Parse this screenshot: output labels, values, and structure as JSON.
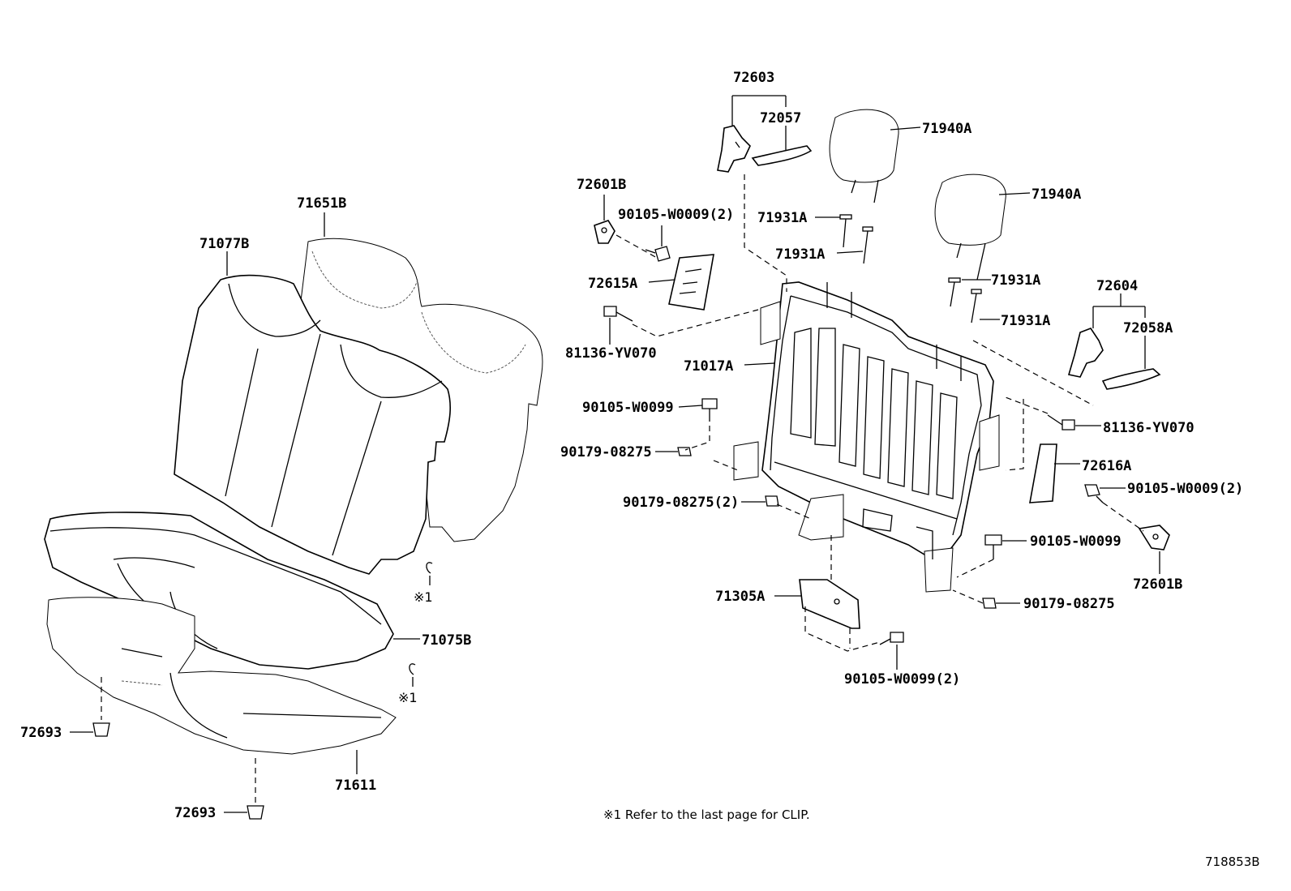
{
  "callouts": [
    {
      "id": "c-72603",
      "text": "72603"
    },
    {
      "id": "c-72057",
      "text": "72057"
    },
    {
      "id": "c-71940a-1",
      "text": "71940A"
    },
    {
      "id": "c-72601b-1",
      "text": "72601B"
    },
    {
      "id": "c-90105-w0009-1",
      "text": "90105-W0009(2)"
    },
    {
      "id": "c-71940a-2",
      "text": "71940A"
    },
    {
      "id": "c-71931a-1",
      "text": "71931A"
    },
    {
      "id": "c-71651b",
      "text": "71651B"
    },
    {
      "id": "c-71077b",
      "text": "71077B"
    },
    {
      "id": "c-71931a-2",
      "text": "71931A"
    },
    {
      "id": "c-72615a",
      "text": "72615A"
    },
    {
      "id": "c-71931a-3",
      "text": "71931A"
    },
    {
      "id": "c-72604",
      "text": "72604"
    },
    {
      "id": "c-71931a-4",
      "text": "71931A"
    },
    {
      "id": "c-72058a",
      "text": "72058A"
    },
    {
      "id": "c-81136-yv070-1",
      "text": "81136-YV070"
    },
    {
      "id": "c-71017a",
      "text": "71017A"
    },
    {
      "id": "c-90105-w0099-1",
      "text": "90105-W0099"
    },
    {
      "id": "c-81136-yv070-2",
      "text": "81136-YV070"
    },
    {
      "id": "c-90179-08275-1",
      "text": "90179-08275"
    },
    {
      "id": "c-72616a",
      "text": "72616A"
    },
    {
      "id": "c-90105-w0009-2",
      "text": "90105-W0009(2)"
    },
    {
      "id": "c-90179-08275-2",
      "text": "90179-08275(2)"
    },
    {
      "id": "c-90105-w0099-2",
      "text": "90105-W0099"
    },
    {
      "id": "c-72601b-2",
      "text": "72601B"
    },
    {
      "id": "c-71305a",
      "text": "71305A"
    },
    {
      "id": "c-90179-08275-3",
      "text": "90179-08275"
    },
    {
      "id": "c-71075b",
      "text": "71075B"
    },
    {
      "id": "c-90105-w0099-3",
      "text": "90105-W0099(2)"
    },
    {
      "id": "c-72693-1",
      "text": "72693"
    },
    {
      "id": "c-71611",
      "text": "71611"
    },
    {
      "id": "c-72693-2",
      "text": "72693"
    }
  ],
  "clip_refs": [
    {
      "id": "r1",
      "text": "※1"
    },
    {
      "id": "r2",
      "text": "※1"
    }
  ],
  "footnote": "※1 Refer to the last page for CLIP.",
  "diagram_id": "718853B"
}
